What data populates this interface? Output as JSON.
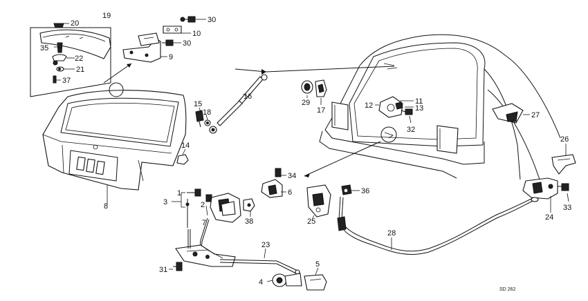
{
  "labels": {
    "p1": "1",
    "p2": "2",
    "p3": "3",
    "p4": "4",
    "p5": "5",
    "p6": "6",
    "p7": "7",
    "p8": "8",
    "p9": "9",
    "p10": "10",
    "p11": "11",
    "p12": "12",
    "p13": "13",
    "p14": "14",
    "p15": "15",
    "p16": "16",
    "p17": "17",
    "p18": "18",
    "p19": "19",
    "p20": "20",
    "p21": "21",
    "p22": "22",
    "p23": "23",
    "p24": "24",
    "p25": "25",
    "p26": "26",
    "p27": "27",
    "p28": "28",
    "p29": "29",
    "p30a": "30",
    "p30b": "30",
    "p31": "31",
    "p32": "32",
    "p33": "33",
    "p34": "34",
    "p35": "35",
    "p36": "36",
    "p37": "37",
    "p38": "38"
  },
  "diagram_code": "SD 262"
}
